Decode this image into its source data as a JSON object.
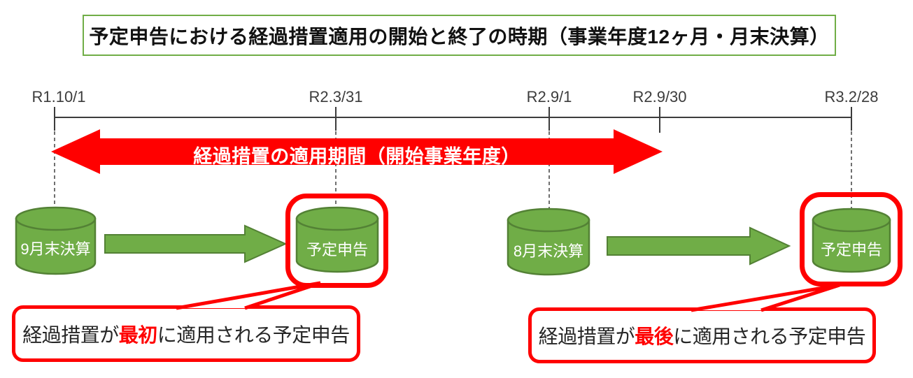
{
  "title": "予定申告における経過措置適用の開始と終了の時期（事業年度12ヶ月・月末決算）",
  "timeline": {
    "tick_labels": [
      "R1.10/1",
      "R2.3/31",
      "R2.9/1",
      "R2.9/30",
      "R3.2/28"
    ]
  },
  "period_arrow": {
    "label": "経過措置の適用期間（開始事業年度）"
  },
  "nodes": [
    {
      "label": "9月末決算"
    },
    {
      "label": "予定申告"
    },
    {
      "label": "8月末決算"
    },
    {
      "label": "予定申告"
    }
  ],
  "callouts": [
    {
      "prefix": "経過措置が",
      "emphasis": "最初",
      "suffix": "に適用される予定申告"
    },
    {
      "prefix": "経過措置が",
      "emphasis": "最後",
      "suffix": "に適用される予定申告"
    }
  ],
  "colors": {
    "accent_red": "#ff0000",
    "shape_green": "#70ad47",
    "shape_green_border": "#538135",
    "title_border_green": "#70ad47",
    "text_dark": "#262626",
    "node_text": "#ffffff"
  }
}
